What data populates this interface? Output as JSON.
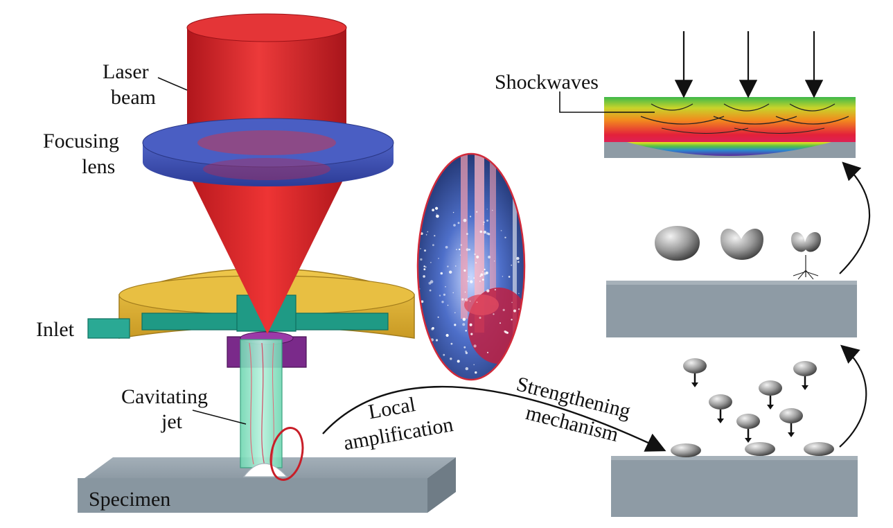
{
  "labels": {
    "laser_beam": [
      "Laser",
      "beam"
    ],
    "focusing_lens": [
      "Focusing",
      "lens"
    ],
    "inlet": "Inlet",
    "cavitating_jet": [
      "Cavitating",
      "jet"
    ],
    "specimen": "Specimen",
    "local_amplification": [
      "Local",
      "amplification"
    ],
    "strengthening_mechanism": [
      "Strengthening",
      "mechanism"
    ],
    "shockwaves": "Shockwaves"
  },
  "colors": {
    "laser": "#e0262b",
    "lens": "#3a4fb0",
    "nozzle_body": "#e3b83b",
    "channel": "#1f9a85",
    "nozzle_tip": "#7a2a8a",
    "jet": "#8fe3c4",
    "specimen": "#8e9ba5",
    "highlight_ring": "#c81e28"
  }
}
